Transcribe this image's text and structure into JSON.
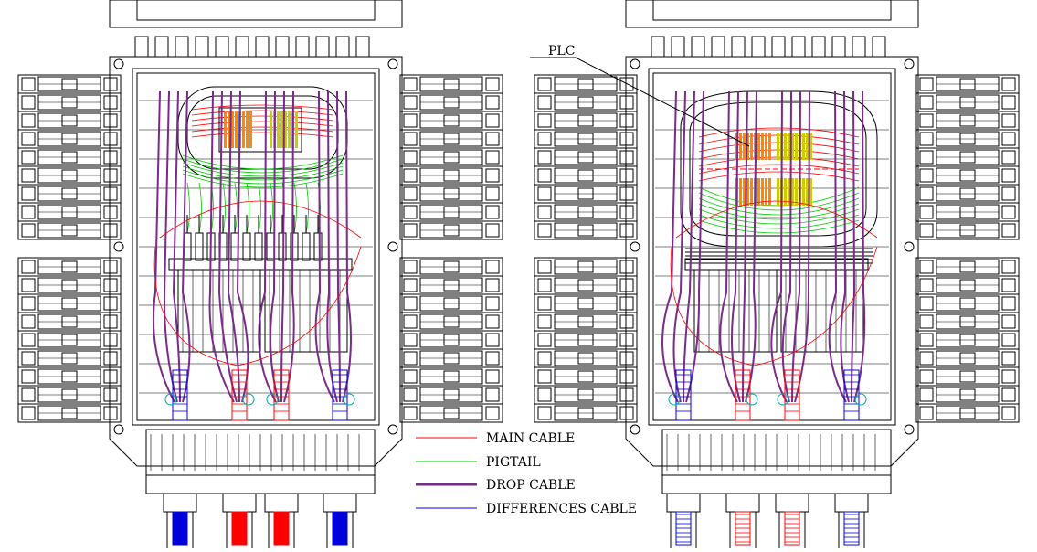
{
  "callout": {
    "label": "PLC"
  },
  "legend": [
    {
      "label": "MAIN CABLE",
      "color": "#ff0000",
      "icon": "red-line-swatch"
    },
    {
      "label": "PIGTAIL",
      "color": "#00cc00",
      "icon": "green-line-swatch"
    },
    {
      "label": "DROP CABLE",
      "color": "#7a2a8a",
      "icon": "purple-line-swatch"
    },
    {
      "label": "DIFFERENCES CABLE",
      "color": "#0000dd",
      "icon": "blue-line-swatch"
    }
  ],
  "colors": {
    "outline": "#000000",
    "main_cable": "#ff0000",
    "pigtail": "#00cc00",
    "drop_cable": "#7a2a8a",
    "differences_cable": "#0000dd",
    "splice_orange": "#ff8800",
    "splice_yellow": "#cccc00",
    "gland_cyan": "#00aaaa"
  }
}
